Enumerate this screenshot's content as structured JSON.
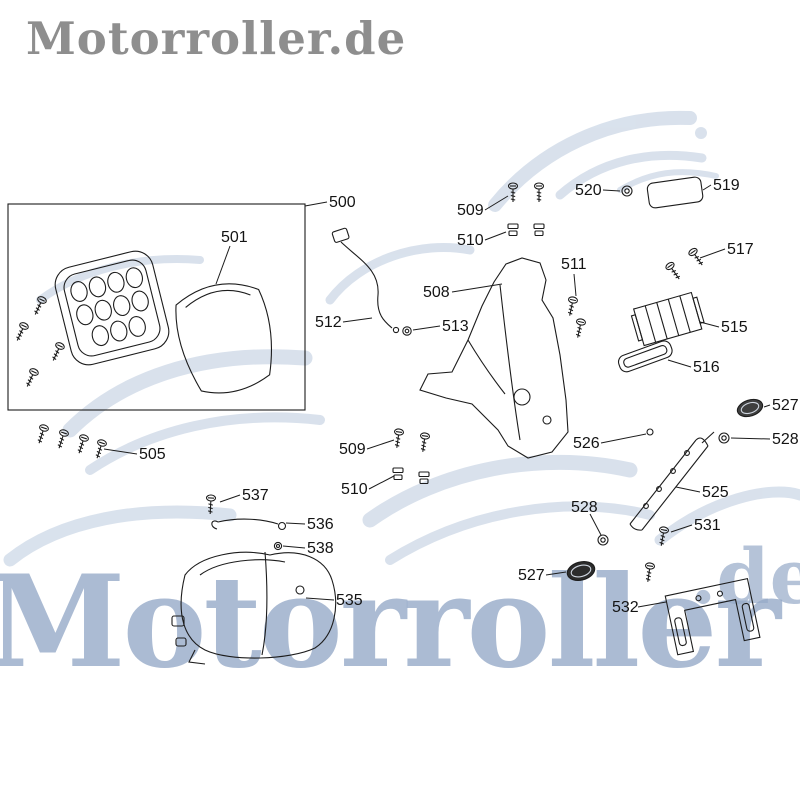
{
  "logo": {
    "text": "Motorroller.de"
  },
  "watermark": {
    "main": "Motorroller",
    "suffix": ".de"
  },
  "colors": {
    "watermark_blue": "#96aac8",
    "swirl_blue": "#c5d2e3",
    "logo_gray": "#8e8e8e",
    "line_black": "#1c1c1c"
  },
  "callouts": {
    "c500": "500",
    "c501": "501",
    "c505": "505",
    "c508": "508",
    "c509a": "509",
    "c510a": "510",
    "c509b": "509",
    "c510b": "510",
    "c511": "511",
    "c512": "512",
    "c513": "513",
    "c515": "515",
    "c516": "516",
    "c517": "517",
    "c519": "519",
    "c520": "520",
    "c525": "525",
    "c526": "526",
    "c527a": "527",
    "c527b": "527",
    "c528a": "528",
    "c528b": "528",
    "c531": "531",
    "c532": "532",
    "c535": "535",
    "c536": "536",
    "c537": "537",
    "c538": "538"
  }
}
